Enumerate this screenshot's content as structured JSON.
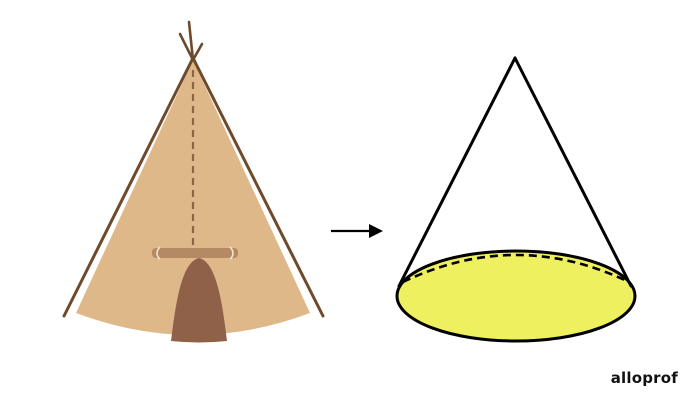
{
  "colors": {
    "teepee_fabric": "#DFB88A",
    "teepee_poles": "#6E4A2C",
    "teepee_seam": "#8C6446",
    "teepee_door": "#8F6149",
    "teepee_bar": "#B48A64",
    "teepee_ties": "#F4E6C8",
    "cone_outline": "#000000",
    "cone_base_fill": "#EEF060",
    "arrow": "#000000"
  },
  "icons": {
    "left_figure": "teepee-illustration",
    "transition": "right-arrow-icon",
    "right_figure": "cone-figure"
  },
  "branding": {
    "logo_text": "alloprof"
  }
}
